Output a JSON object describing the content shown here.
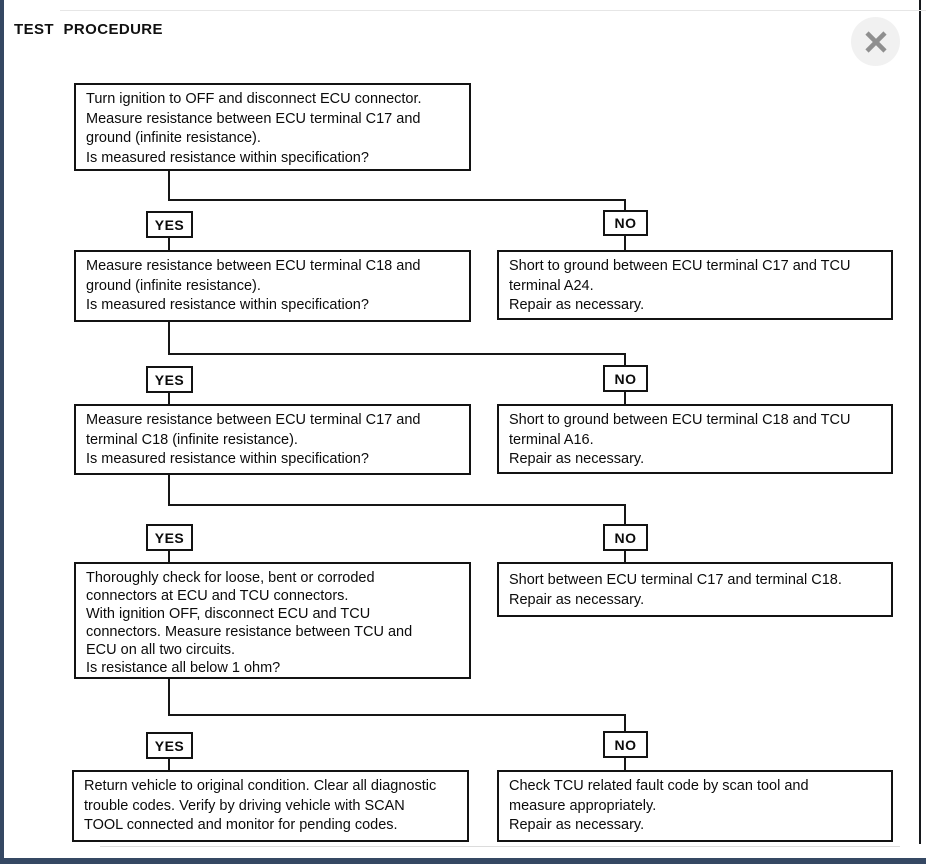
{
  "header": {
    "title": "TEST PROCEDURE"
  },
  "labels": {
    "yes": "YES",
    "no": "NO"
  },
  "colors": {
    "frame_edge": "#354863",
    "line": "#161616",
    "close_background": "#f1f1f1",
    "close_x": "#8f8f8f"
  },
  "flow": {
    "step1": {
      "lines": [
        "Turn ignition to OFF and disconnect ECU connector.",
        "Measure resistance between ECU terminal C17 and",
        "ground (infinite resistance).",
        "Is measured resistance within specification?"
      ]
    },
    "step2": {
      "lines": [
        "Measure resistance between ECU terminal C18 and",
        "ground (infinite resistance).",
        "Is measured resistance within specification?"
      ]
    },
    "step3": {
      "lines": [
        "Measure resistance between ECU terminal C17 and",
        "terminal C18 (infinite resistance).",
        "Is measured resistance within specification?"
      ]
    },
    "step4": {
      "lines": [
        "Thoroughly check for loose, bent or corroded",
        "connectors at ECU and TCU connectors.",
        "With ignition OFF, disconnect ECU and TCU",
        "connectors. Measure resistance between TCU and",
        "ECU on all two circuits.",
        "Is resistance all below 1 ohm?"
      ]
    },
    "step5": {
      "lines": [
        "Return vehicle to original condition. Clear all diagnostic",
        "trouble codes. Verify by driving vehicle with SCAN",
        "TOOL connected and monitor for pending codes."
      ]
    },
    "no1": {
      "lines": [
        "Short to ground between ECU terminal C17 and TCU",
        "terminal A24.",
        "Repair as necessary."
      ]
    },
    "no2": {
      "lines": [
        "Short to ground between ECU terminal C18 and TCU",
        "terminal A16.",
        "Repair as necessary."
      ]
    },
    "no3": {
      "lines": [
        "Short between ECU terminal C17 and terminal C18.",
        "Repair as necessary."
      ]
    },
    "no4": {
      "lines": [
        "Check TCU related fault code by scan tool and",
        "measure appropriately.",
        "Repair as necessary."
      ]
    }
  }
}
